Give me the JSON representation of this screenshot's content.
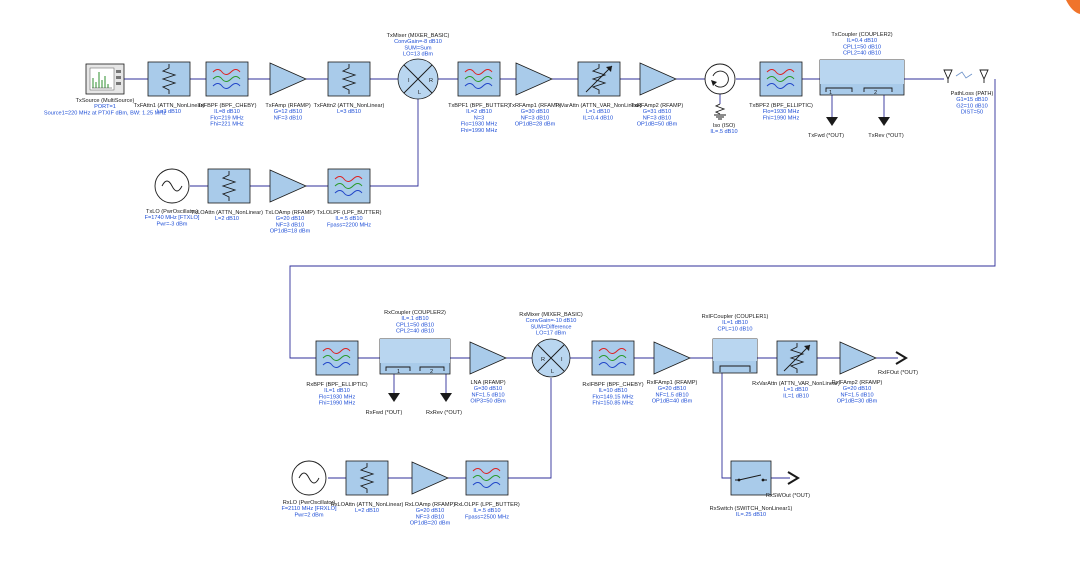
{
  "blocks": {
    "txsource": {
      "lines": [
        "TxSource (MultiSource)",
        "PORT=1",
        "Source1=220 MHz at PTXIF dBm, BW: 1.25 MHz"
      ]
    },
    "txfattn1": {
      "lines": [
        "TxFAttn1 (ATTN_NonLinear)",
        "L=3 dB10"
      ]
    },
    "txfbpf": {
      "lines": [
        "TxFBPF (BPF_CHEBY)",
        "IL=8 dB10",
        "Flo=219 MHz",
        "Fhi=221 MHz"
      ]
    },
    "txfamp": {
      "lines": [
        "TxFAmp (RFAMP)",
        "G=12 dB10",
        "NF=3 dB10"
      ]
    },
    "txfattn2": {
      "lines": [
        "TxFAttn2 (ATTN_NonLinear)",
        "L=3 dB10"
      ]
    },
    "txmixer": {
      "lines": [
        "TxMixer (MIXER_BASIC)",
        "ConvGain=-8 dB10",
        "SUM=Sum",
        "LO=13 dBm"
      ]
    },
    "txbpf1": {
      "lines": [
        "TxBPF1 (BPF_BUTTER)",
        "IL=2 dB10",
        "N=3",
        "Flo=1930 MHz",
        "Fhi=1990 MHz"
      ]
    },
    "txrfamp1": {
      "lines": [
        "TxRFAmp1 (RFAMP)",
        "G=30 dB10",
        "NF=3 dB10",
        "OP1dB=28 dBm"
      ]
    },
    "txvarattn": {
      "lines": [
        "TxVarAttn (ATTN_VAR_NonLinear)",
        "L=1 dB10",
        "IL=0.4 dB10"
      ]
    },
    "txrfamp2": {
      "lines": [
        "TxRFAmp2 (RFAMP)",
        "G=31 dB10",
        "NF=3 dB10",
        "OP1dB=50 dBm"
      ]
    },
    "iso": {
      "lines": [
        "Iso (ISO)",
        "IL=.5 dB10"
      ]
    },
    "txbpf2": {
      "lines": [
        "TxBPF2 (BPF_ELLIPTIC)",
        "Flo=1930 MHz",
        "Fhi=1990 MHz"
      ]
    },
    "txcoupler": {
      "lines": [
        "TxCoupler (COUPLER2)",
        "IL=0.4 dB10",
        "CPL1=50 dB10",
        "CPL2=40 dB10"
      ]
    },
    "txfwd": {
      "lines": [
        "TxFwd (*OUT)"
      ]
    },
    "txrev": {
      "lines": [
        "TxRev (*OUT)"
      ]
    },
    "pathloss": {
      "lines": [
        "PathLoss (PATH)",
        "G1=15 dB10",
        "G2=10 dB10",
        "DIST=50"
      ]
    },
    "txlo": {
      "lines": [
        "TxLO (PwrOscillator)",
        "F=1740 MHz [FTXLO]",
        "Pwr=-3 dBm"
      ]
    },
    "txloattn": {
      "lines": [
        "TxLOAttn (ATTN_NonLinear)",
        "L=2 dB10"
      ]
    },
    "txloamp": {
      "lines": [
        "TxLOAmp (RFAMP)",
        "G=20 dB10",
        "NF=3 dB10",
        "OP1dB=18 dBm"
      ]
    },
    "txlolpf": {
      "lines": [
        "TxLOLPF (LPF_BUTTER)",
        "IL=.5 dB10",
        "Fpass=2200 MHz"
      ]
    },
    "rxbpf": {
      "lines": [
        "RxBPF (BPF_ELLIPTIC)",
        "IL=1 dB10",
        "Flo=1930 MHz",
        "Fhi=1990 MHz"
      ]
    },
    "rxcoupler": {
      "lines": [
        "RxCoupler (COUPLER2)",
        "IL=.1 dB10",
        "CPL1=50 dB10",
        "CPL2=40 dB10"
      ]
    },
    "rxfwd": {
      "lines": [
        "RxFwd (*OUT)"
      ]
    },
    "rxrev": {
      "lines": [
        "RxRev (*OUT)"
      ]
    },
    "lna": {
      "lines": [
        "LNA (RFAMP)",
        "G=30 dB10",
        "NF=1.5 dB10",
        "OIP3=50 dBm"
      ]
    },
    "rxmixer": {
      "lines": [
        "RxMixer (MIXER_BASIC)",
        "ConvGain=-10 dB10",
        "SUM=Difference",
        "LO=17 dBm"
      ]
    },
    "rxifbpf": {
      "lines": [
        "RxIFBPF (BPF_CHEBY)",
        "IL=10 dB10",
        "Flo=149.15 MHz",
        "Fhi=150.85 MHz"
      ]
    },
    "rxifamp1": {
      "lines": [
        "RxIFAmp1 (RFAMP)",
        "G=20 dB10",
        "NF=1.5 dB10",
        "OP1dB=40 dBm"
      ]
    },
    "rxifcoupler": {
      "lines": [
        "RxIFCoupler (COUPLER1)",
        "IL=1 dB10",
        "CPL=10 dB10"
      ]
    },
    "rxvarattn": {
      "lines": [
        "RxVarAttn (ATTN_VAR_NonLinear)",
        "L=1 dB10",
        "IL=1 dB10"
      ]
    },
    "rxifamp2": {
      "lines": [
        "RxIFAmp2 (RFAMP)",
        "G=20 dB10",
        "NF=1.5 dB10",
        "OP1dB=30 dBm"
      ]
    },
    "rxifout": {
      "lines": [
        "RxIFOut (*OUT)"
      ]
    },
    "rxlo": {
      "lines": [
        "RxLO (PwrOscillator)",
        "F=2110 MHz [FRXLO]",
        "Pwr=2 dBm"
      ]
    },
    "rxloattn": {
      "lines": [
        "RxLOAttn (ATTN_NonLinear)",
        "L=2 dB10"
      ]
    },
    "rxloamp": {
      "lines": [
        "RxLOAmp (RFAMP)",
        "G=20 dB10",
        "NF=3 dB10",
        "OP1dB=20 dBm"
      ]
    },
    "rxlolpf": {
      "lines": [
        "RxLOLPF (LPF_BUTTER)",
        "IL=.5 dB10",
        "Fpass=2500 MHz"
      ]
    },
    "rxswitch": {
      "lines": [
        "RxSwitch (SWITCH_NonLinear1)",
        "IL=.25 dB10"
      ]
    },
    "rxswout": {
      "lines": [
        "RxSWOut (*OUT)"
      ]
    }
  },
  "ports": {
    "txmixer_if": "I",
    "txmixer_rf": "R",
    "txmixer_lo": "L",
    "rxmixer_rf": "R",
    "rxmixer_if": "I",
    "rxmixer_lo": "L",
    "txcoupler_p1": "1",
    "txcoupler_p2": "2",
    "rxcoupler_p1": "1",
    "rxcoupler_p2": "2"
  },
  "colors": {
    "wire": "#2f2f9a",
    "block_fill": "#a9cbea",
    "label_param": "#1f4fd6",
    "label_name": "#1a1a1a"
  }
}
